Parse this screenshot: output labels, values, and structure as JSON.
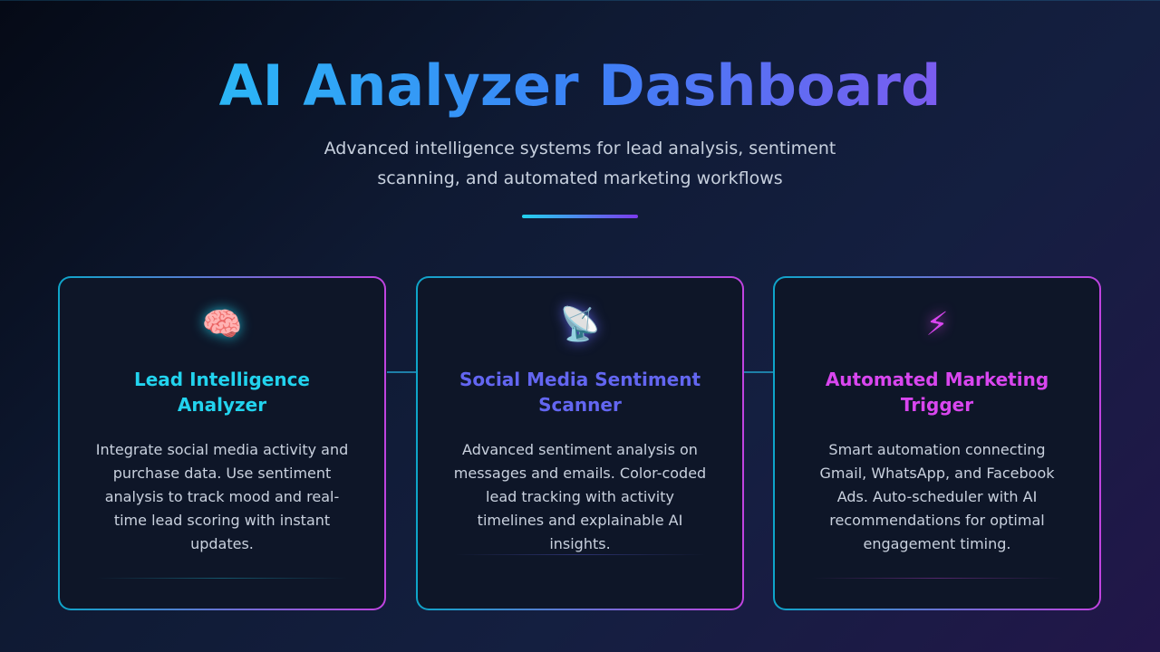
{
  "header": {
    "title": "AI Analyzer Dashboard",
    "subtitle": "Advanced intelligence systems for lead analysis, sentiment scanning, and automated marketing workflows"
  },
  "cards": [
    {
      "icon": "brain-icon",
      "icon_glyph": "🧠",
      "title": "Lead Intelligence Analyzer",
      "description": "Integrate social media activity and purchase data. Use sentiment analysis to track mood and real-time lead scoring with instant updates.",
      "accent": "#22d3ee"
    },
    {
      "icon": "satellite-dish-icon",
      "icon_glyph": "📡",
      "title": "Social Media Sentiment Scanner",
      "description": "Advanced sentiment analysis on messages and emails. Color-coded lead tracking with activity timelines and explainable AI insights.",
      "accent": "#6366f1"
    },
    {
      "icon": "lightning-bolt-icon",
      "icon_glyph": "⚡",
      "title": "Automated Marketing Trigger",
      "description": "Smart automation connecting Gmail, WhatsApp, and Facebook Ads. Auto-scheduler with AI recommendations for optimal engagement timing.",
      "accent": "#d946ef"
    }
  ],
  "colors": {
    "title_gradient_start": "#2bb6f6",
    "title_gradient_end": "#7b5cf0",
    "card_border_start": "#0ea5c9",
    "card_border_end": "#c043e0",
    "background": "#0f1a33"
  }
}
